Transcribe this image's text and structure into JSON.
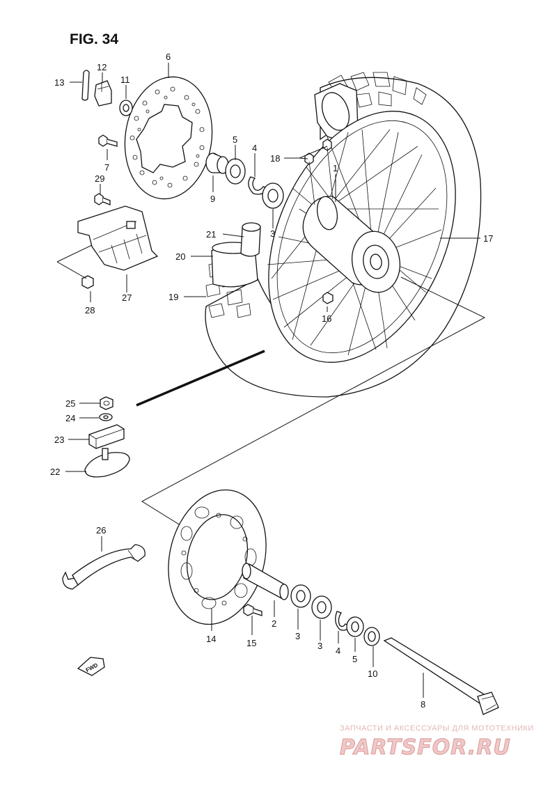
{
  "figure": {
    "title": "FIG. 34"
  },
  "callouts": [
    {
      "id": "13",
      "text": "13"
    },
    {
      "id": "12",
      "text": "12"
    },
    {
      "id": "11",
      "text": "11"
    },
    {
      "id": "6",
      "text": "6"
    },
    {
      "id": "7",
      "text": "7"
    },
    {
      "id": "29",
      "text": "29"
    },
    {
      "id": "5a",
      "text": "5"
    },
    {
      "id": "4a",
      "text": "4"
    },
    {
      "id": "9",
      "text": "9"
    },
    {
      "id": "18",
      "text": "18"
    },
    {
      "id": "1",
      "text": "1"
    },
    {
      "id": "3a",
      "text": "3"
    },
    {
      "id": "21",
      "text": "21"
    },
    {
      "id": "20",
      "text": "20"
    },
    {
      "id": "17",
      "text": "17"
    },
    {
      "id": "19",
      "text": "19"
    },
    {
      "id": "16",
      "text": "16"
    },
    {
      "id": "28",
      "text": "28"
    },
    {
      "id": "27",
      "text": "27"
    },
    {
      "id": "25",
      "text": "25"
    },
    {
      "id": "24",
      "text": "24"
    },
    {
      "id": "23",
      "text": "23"
    },
    {
      "id": "22",
      "text": "22"
    },
    {
      "id": "26",
      "text": "26"
    },
    {
      "id": "14",
      "text": "14"
    },
    {
      "id": "15",
      "text": "15"
    },
    {
      "id": "2",
      "text": "2"
    },
    {
      "id": "3b",
      "text": "3"
    },
    {
      "id": "3c",
      "text": "3"
    },
    {
      "id": "4b",
      "text": "4"
    },
    {
      "id": "5b",
      "text": "5"
    },
    {
      "id": "10",
      "text": "10"
    },
    {
      "id": "8",
      "text": "8"
    }
  ],
  "fwd_badge": {
    "text": "FWD"
  },
  "watermark": {
    "caption": "ЗАПЧАСТИ И АКСЕССУАРЫ ДЛЯ МОТОТЕХНИКИ",
    "brand": "PARTSFOR.RU"
  }
}
